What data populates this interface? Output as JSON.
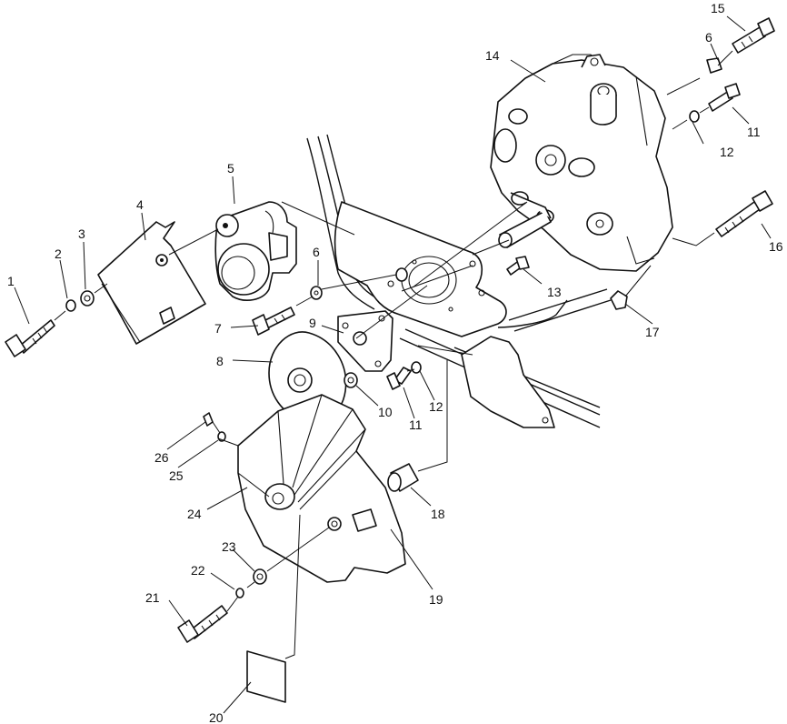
{
  "callouts": [
    {
      "id": "c1",
      "text": "1"
    },
    {
      "id": "c2",
      "text": "2"
    },
    {
      "id": "c3",
      "text": "3"
    },
    {
      "id": "c4",
      "text": "4"
    },
    {
      "id": "c5",
      "text": "5"
    },
    {
      "id": "c6a",
      "text": "6"
    },
    {
      "id": "c6b",
      "text": "6"
    },
    {
      "id": "c7",
      "text": "7"
    },
    {
      "id": "c8",
      "text": "8"
    },
    {
      "id": "c9",
      "text": "9"
    },
    {
      "id": "c10",
      "text": "10"
    },
    {
      "id": "c11a",
      "text": "11"
    },
    {
      "id": "c11b",
      "text": "11"
    },
    {
      "id": "c12a",
      "text": "12"
    },
    {
      "id": "c12b",
      "text": "12"
    },
    {
      "id": "c13",
      "text": "13"
    },
    {
      "id": "c14",
      "text": "14"
    },
    {
      "id": "c15",
      "text": "15"
    },
    {
      "id": "c16",
      "text": "16"
    },
    {
      "id": "c17",
      "text": "17"
    },
    {
      "id": "c18",
      "text": "18"
    },
    {
      "id": "c19",
      "text": "19"
    },
    {
      "id": "c20",
      "text": "20"
    },
    {
      "id": "c21",
      "text": "21"
    },
    {
      "id": "c22",
      "text": "22"
    },
    {
      "id": "c23",
      "text": "23"
    },
    {
      "id": "c24",
      "text": "24"
    },
    {
      "id": "c25",
      "text": "25"
    },
    {
      "id": "c26",
      "text": "26"
    }
  ]
}
